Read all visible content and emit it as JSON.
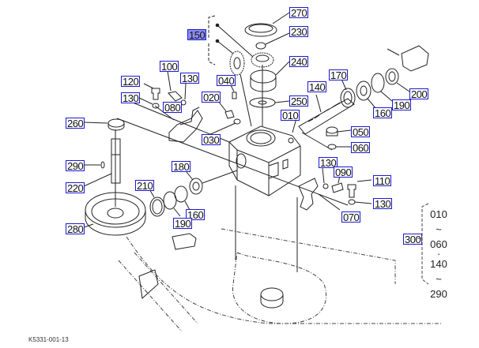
{
  "diagram": {
    "figure_code": "K5331-001-13",
    "selected_part": "150",
    "callouts": [
      {
        "id": "c270",
        "label": "270"
      },
      {
        "id": "c150",
        "label": "150"
      },
      {
        "id": "c230",
        "label": "230"
      },
      {
        "id": "c240",
        "label": "240"
      },
      {
        "id": "c100",
        "label": "100"
      },
      {
        "id": "c120",
        "label": "120"
      },
      {
        "id": "c130a",
        "label": "130"
      },
      {
        "id": "c130b",
        "label": "130"
      },
      {
        "id": "c080",
        "label": "080"
      },
      {
        "id": "c040",
        "label": "040"
      },
      {
        "id": "c020",
        "label": "020"
      },
      {
        "id": "c030",
        "label": "030"
      },
      {
        "id": "c250",
        "label": "250"
      },
      {
        "id": "c010",
        "label": "010"
      },
      {
        "id": "c140",
        "label": "140"
      },
      {
        "id": "c170",
        "label": "170"
      },
      {
        "id": "c200",
        "label": "200"
      },
      {
        "id": "c190a",
        "label": "190"
      },
      {
        "id": "c160a",
        "label": "160"
      },
      {
        "id": "c050",
        "label": "050"
      },
      {
        "id": "c060",
        "label": "060"
      },
      {
        "id": "c260",
        "label": "260"
      },
      {
        "id": "c290",
        "label": "290"
      },
      {
        "id": "c220",
        "label": "220"
      },
      {
        "id": "c180",
        "label": "180"
      },
      {
        "id": "c210",
        "label": "210"
      },
      {
        "id": "c160b",
        "label": "160"
      },
      {
        "id": "c190b",
        "label": "190"
      },
      {
        "id": "c280",
        "label": "280"
      },
      {
        "id": "c130c",
        "label": "130"
      },
      {
        "id": "c090",
        "label": "090"
      },
      {
        "id": "c110",
        "label": "110"
      },
      {
        "id": "c130d",
        "label": "130"
      },
      {
        "id": "c070",
        "label": "070"
      },
      {
        "id": "c300",
        "label": "300"
      }
    ],
    "assembly_range": {
      "lines": [
        "010",
        "~",
        "060",
        "·",
        "140",
        "~",
        "290"
      ]
    }
  }
}
